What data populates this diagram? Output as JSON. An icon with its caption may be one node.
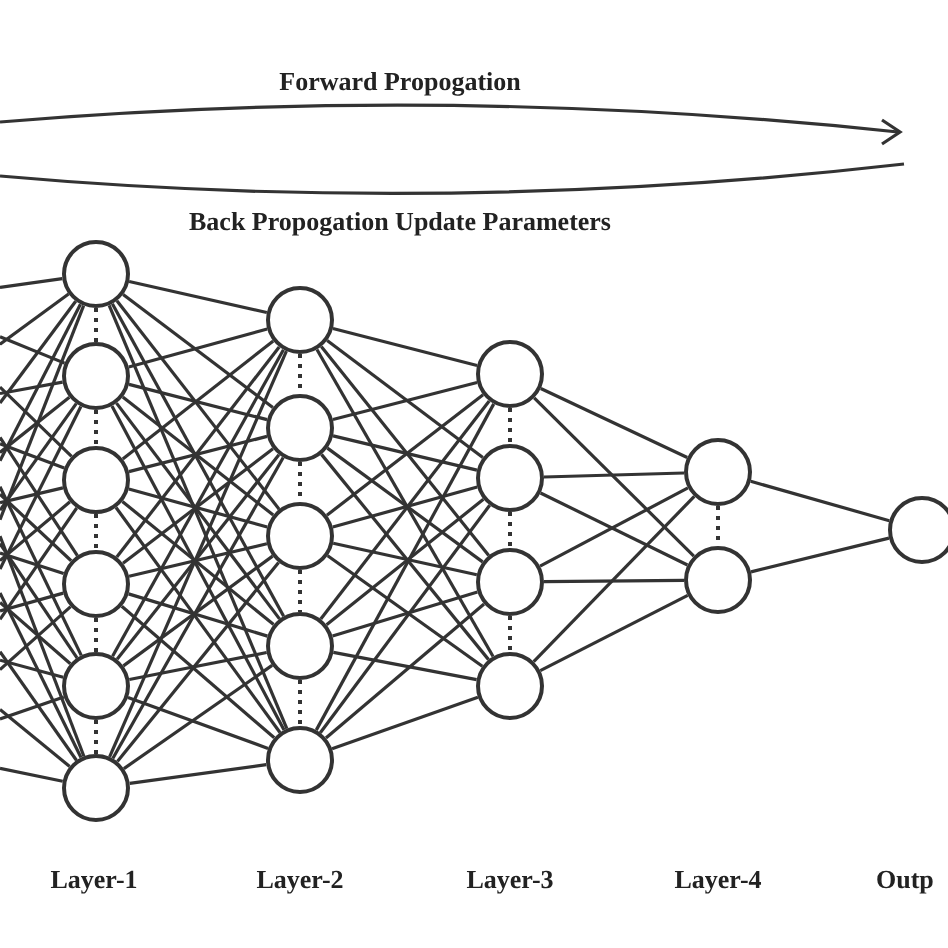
{
  "diagram": {
    "nodes": [
      {
        "text": [],
        "shape": "circle"
      },
      {
        "text": [],
        "shape": "circle"
      },
      {
        "text": [],
        "shape": "circle"
      },
      {
        "text": [],
        "shape": "circle"
      },
      {
        "text": [],
        "shape": "circle"
      },
      {
        "text": [],
        "shape": "circle"
      },
      {
        "text": [],
        "shape": "circle"
      },
      {
        "text": [],
        "shape": "circle"
      },
      {
        "text": [],
        "shape": "circle"
      },
      {
        "text": [],
        "shape": "circle"
      },
      {
        "text": [],
        "shape": "circle"
      },
      {
        "text": [],
        "shape": "circle"
      },
      {
        "text": [],
        "shape": "circle"
      },
      {
        "text": [],
        "shape": "circle"
      },
      {
        "text": [],
        "shape": "circle"
      },
      {
        "text": [],
        "shape": "circle"
      },
      {
        "text": [],
        "shape": "circle"
      },
      {
        "text": [],
        "shape": "circle"
      }
    ],
    "edges": [
      {
        "from": null,
        "to": 0,
        "arrow": "none"
      },
      {
        "from": null,
        "to": 1,
        "arrow": "none"
      },
      {
        "from": null,
        "to": 2,
        "arrow": "none"
      },
      {
        "from": null,
        "to": 3,
        "arrow": "none"
      },
      {
        "from": null,
        "to": 4,
        "arrow": "none"
      },
      {
        "from": null,
        "to": 5,
        "arrow": "none"
      },
      {
        "from": null,
        "to": 0,
        "arrow": "none"
      },
      {
        "from": null,
        "to": 1,
        "arrow": "none"
      },
      {
        "from": null,
        "to": 2,
        "arrow": "none"
      },
      {
        "from": null,
        "to": 3,
        "arrow": "none"
      },
      {
        "from": null,
        "to": 4,
        "arrow": "none"
      },
      {
        "from": null,
        "to": 5,
        "arrow": "none"
      },
      {
        "from": null,
        "to": 0,
        "arrow": "none"
      },
      {
        "from": null,
        "to": 1,
        "arrow": "none"
      },
      {
        "from": null,
        "to": 2,
        "arrow": "none"
      },
      {
        "from": null,
        "to": 3,
        "arrow": "none"
      },
      {
        "from": null,
        "to": 4,
        "arrow": "none"
      },
      {
        "from": null,
        "to": 5,
        "arrow": "none"
      },
      {
        "from": null,
        "to": 0,
        "arrow": "none"
      },
      {
        "from": null,
        "to": 1,
        "arrow": "none"
      },
      {
        "from": null,
        "to": 2,
        "arrow": "none"
      },
      {
        "from": null,
        "to": 3,
        "arrow": "none"
      },
      {
        "from": null,
        "to": 4,
        "arrow": "none"
      },
      {
        "from": null,
        "to": 5,
        "arrow": "none"
      },
      {
        "from": null,
        "to": 0,
        "arrow": "none"
      },
      {
        "from": null,
        "to": 1,
        "arrow": "none"
      },
      {
        "from": null,
        "to": 2,
        "arrow": "none"
      },
      {
        "from": null,
        "to": 3,
        "arrow": "none"
      },
      {
        "from": null,
        "to": 4,
        "arrow": "none"
      },
      {
        "from": null,
        "to": 5,
        "arrow": "none"
      },
      {
        "from": 0,
        "to": 6,
        "arrow": "none"
      },
      {
        "from": 0,
        "to": 7,
        "arrow": "none"
      },
      {
        "from": 0,
        "to": 8,
        "arrow": "none"
      },
      {
        "from": 0,
        "to": 9,
        "arrow": "none"
      },
      {
        "from": 0,
        "to": 10,
        "arrow": "none"
      },
      {
        "from": 1,
        "to": 6,
        "arrow": "none"
      },
      {
        "from": 1,
        "to": 7,
        "arrow": "none"
      },
      {
        "from": 1,
        "to": 8,
        "arrow": "none"
      },
      {
        "from": 1,
        "to": 9,
        "arrow": "none"
      },
      {
        "from": 1,
        "to": 10,
        "arrow": "none"
      },
      {
        "from": 2,
        "to": 6,
        "arrow": "none"
      },
      {
        "from": 2,
        "to": 7,
        "arrow": "none"
      },
      {
        "from": 2,
        "to": 8,
        "arrow": "none"
      },
      {
        "from": 2,
        "to": 9,
        "arrow": "none"
      },
      {
        "from": 2,
        "to": 10,
        "arrow": "none"
      },
      {
        "from": 3,
        "to": 6,
        "arrow": "none"
      },
      {
        "from": 3,
        "to": 7,
        "arrow": "none"
      },
      {
        "from": 3,
        "to": 8,
        "arrow": "none"
      },
      {
        "from": 3,
        "to": 9,
        "arrow": "none"
      },
      {
        "from": 3,
        "to": 10,
        "arrow": "none"
      },
      {
        "from": 4,
        "to": 6,
        "arrow": "none"
      },
      {
        "from": 4,
        "to": 7,
        "arrow": "none"
      },
      {
        "from": 4,
        "to": 8,
        "arrow": "none"
      },
      {
        "from": 4,
        "to": 9,
        "arrow": "none"
      },
      {
        "from": 4,
        "to": 10,
        "arrow": "none"
      },
      {
        "from": 5,
        "to": 6,
        "arrow": "none"
      },
      {
        "from": 5,
        "to": 7,
        "arrow": "none"
      },
      {
        "from": 5,
        "to": 8,
        "arrow": "none"
      },
      {
        "from": 5,
        "to": 9,
        "arrow": "none"
      },
      {
        "from": 5,
        "to": 10,
        "arrow": "none"
      },
      {
        "from": 6,
        "to": 11,
        "arrow": "none"
      },
      {
        "from": 6,
        "to": 12,
        "arrow": "none"
      },
      {
        "from": 6,
        "to": 13,
        "arrow": "none"
      },
      {
        "from": 6,
        "to": 14,
        "arrow": "none"
      },
      {
        "from": 7,
        "to": 11,
        "arrow": "none"
      },
      {
        "from": 7,
        "to": 12,
        "arrow": "none"
      },
      {
        "from": 7,
        "to": 13,
        "arrow": "none"
      },
      {
        "from": 7,
        "to": 14,
        "arrow": "none"
      },
      {
        "from": 8,
        "to": 11,
        "arrow": "none"
      },
      {
        "from": 8,
        "to": 12,
        "arrow": "none"
      },
      {
        "from": 8,
        "to": 13,
        "arrow": "none"
      },
      {
        "from": 8,
        "to": 14,
        "arrow": "none"
      },
      {
        "from": 9,
        "to": 11,
        "arrow": "none"
      },
      {
        "from": 9,
        "to": 12,
        "arrow": "none"
      },
      {
        "from": 9,
        "to": 13,
        "arrow": "none"
      },
      {
        "from": 9,
        "to": 14,
        "arrow": "none"
      },
      {
        "from": 10,
        "to": 11,
        "arrow": "none"
      },
      {
        "from": 10,
        "to": 12,
        "arrow": "none"
      },
      {
        "from": 10,
        "to": 13,
        "arrow": "none"
      },
      {
        "from": 10,
        "to": 14,
        "arrow": "none"
      },
      {
        "from": 11,
        "to": 15,
        "arrow": "none"
      },
      {
        "from": 11,
        "to": 16,
        "arrow": "none"
      },
      {
        "from": 12,
        "to": 15,
        "arrow": "none"
      },
      {
        "from": 12,
        "to": 16,
        "arrow": "none"
      },
      {
        "from": 13,
        "to": 15,
        "arrow": "none"
      },
      {
        "from": 13,
        "to": 16,
        "arrow": "none"
      },
      {
        "from": 14,
        "to": 15,
        "arrow": "none"
      },
      {
        "from": 14,
        "to": 16,
        "arrow": "none"
      },
      {
        "from": 15,
        "to": 17,
        "arrow": "none"
      },
      {
        "from": 16,
        "to": 17,
        "arrow": "none"
      },
      {
        "from": 0,
        "to": 1,
        "arrow": "none",
        "style": "dashed"
      },
      {
        "from": 1,
        "to": 2,
        "arrow": "none",
        "style": "dashed"
      },
      {
        "from": 2,
        "to": 3,
        "arrow": "none",
        "style": "dashed"
      },
      {
        "from": 3,
        "to": 4,
        "arrow": "none",
        "style": "dashed"
      },
      {
        "from": 4,
        "to": 5,
        "arrow": "none",
        "style": "dashed"
      },
      {
        "from": 6,
        "to": 7,
        "arrow": "none",
        "style": "dashed"
      },
      {
        "from": 7,
        "to": 8,
        "arrow": "none",
        "style": "dashed"
      },
      {
        "from": 8,
        "to": 9,
        "arrow": "none",
        "style": "dashed"
      },
      {
        "from": 9,
        "to": 10,
        "arrow": "none",
        "style": "dashed"
      },
      {
        "from": 11,
        "to": 12,
        "arrow": "none",
        "style": "dashed"
      },
      {
        "from": 12,
        "to": 13,
        "arrow": "none",
        "style": "dashed"
      },
      {
        "from": 13,
        "to": 14,
        "arrow": "none",
        "style": "dashed"
      },
      {
        "from": 15,
        "to": 16,
        "arrow": "none",
        "style": "dashed"
      }
    ],
    "labels": [
      "Forward Propogation",
      "Back Propogation Update Parameters",
      "Layer-1",
      "Layer-2",
      "Layer-3",
      "Layer-4",
      "Outp"
    ]
  }
}
